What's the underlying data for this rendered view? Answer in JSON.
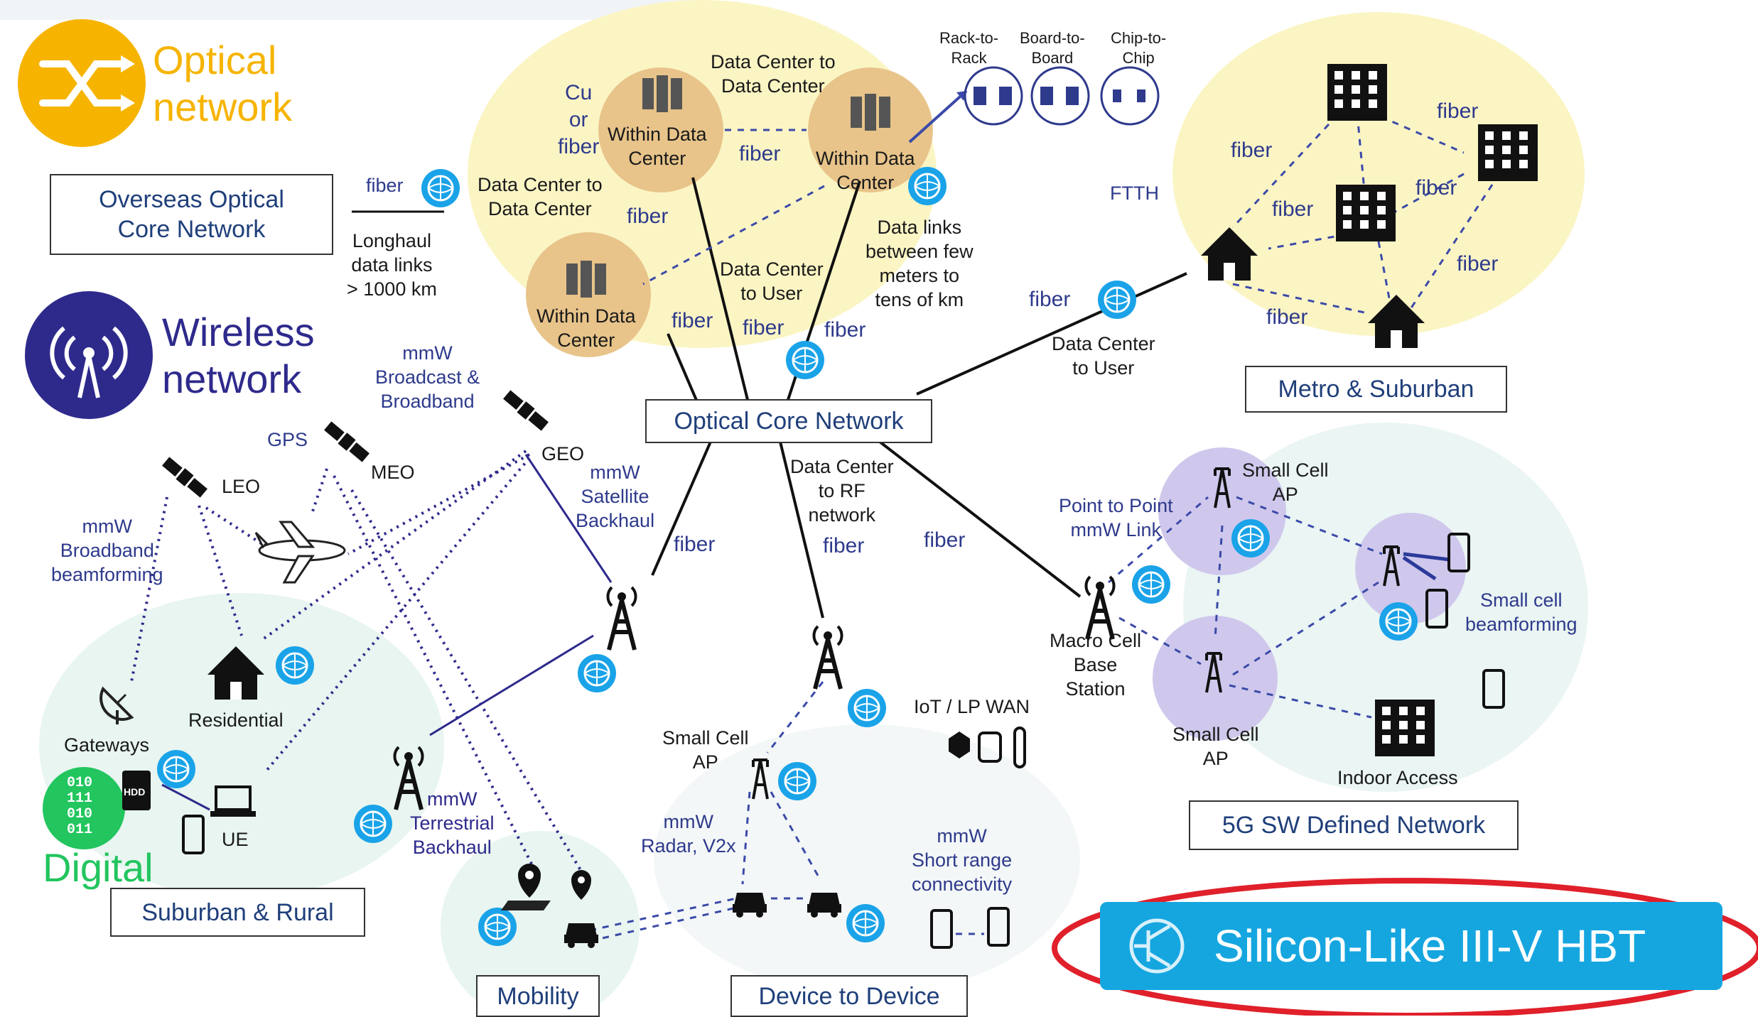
{
  "legend": {
    "optical_title": "Optical\nnetwork",
    "wireless_title": "Wireless\nnetwork",
    "digital_title": "Digital",
    "overseas_box": "Overseas Optical\nCore Network",
    "fiber_label": "fiber",
    "longhaul": "Longhaul\ndata links\n> 1000 km"
  },
  "datacenter": {
    "cu_or_fiber": "Cu\nor\nfiber",
    "dc_to_dc_top": "Data Center to\nData Center",
    "dc_to_dc_left": "Data Center to\nData Center",
    "within_1": "Within Data\nCenter",
    "within_2": "Within Data\nCenter",
    "within_3": "Within Data\nCenter",
    "fiber_a": "fiber",
    "fiber_b": "fiber",
    "dc_to_user": "Data Center\nto User",
    "data_links": "Data links\nbetween few\nmeters to\ntens of km",
    "fiber_c": "fiber",
    "fiber_d": "fiber",
    "fiber_e": "fiber",
    "rack": "Rack-to-\nRack",
    "board": "Board-to-\nBoard",
    "chip": "Chip-to-\nChip"
  },
  "core": {
    "optical_core": "Optical Core Network",
    "fiber_user": "fiber",
    "dc_to_user2": "Data Center\nto User",
    "dc_to_rf": "Data Center\nto RF\nnetwork",
    "fiber_1": "fiber",
    "fiber_2": "fiber",
    "fiber_3": "fiber"
  },
  "metro": {
    "ftth": "FTTH",
    "fiber_1": "fiber",
    "fiber_2": "fiber",
    "fiber_3": "fiber",
    "fiber_4": "fiber",
    "fiber_5": "fiber",
    "fiber_6": "fiber",
    "box": "Metro & Suburban"
  },
  "wireless": {
    "mmw_broadcast": "mmW\nBroadcast &\nBroadband",
    "gps": "GPS",
    "meo": "MEO",
    "leo": "LEO",
    "geo": "GEO",
    "mmw_sat": "mmW\nSatellite\nBackhaul",
    "mmw_beam": "mmW\nBroadband\nbeamforming",
    "residential": "Residential",
    "gateways": "Gateways",
    "ue": "UE",
    "hdd": "HDD",
    "bits": "010\n111\n010\n011",
    "mmw_terr": "mmW\nTerrestrial\nBackhaul",
    "suburban_box": "Suburban & Rural",
    "mobility_box": "Mobility"
  },
  "device": {
    "small_cell": "Small Cell\nAP",
    "mmw_radar": "mmW\nRadar, V2x",
    "iot": "IoT / LP WAN",
    "mmw_short": "mmW\nShort range\nconnectivity",
    "box": "Device to Device"
  },
  "fiveg": {
    "small_cell_top": "Small Cell\nAP",
    "p2p": "Point to Point\nmmW Link",
    "macro": "Macro Cell\nBase\nStation",
    "small_cell_bf": "Small cell\nbeamforming",
    "small_cell_bottom": "Small Cell\nAP",
    "indoor": "Indoor Access",
    "box": "5G SW Defined Network"
  },
  "highlight": {
    "label": "Silicon-Like III-V HBT"
  },
  "colors": {
    "optical_accent": "#f6b400",
    "wireless_accent": "#2e2a8c",
    "digital_accent": "#22c55e",
    "globe": "#1aa3e8",
    "hbt_fill": "#15a6e0",
    "highlight_ring": "#e0202a"
  }
}
